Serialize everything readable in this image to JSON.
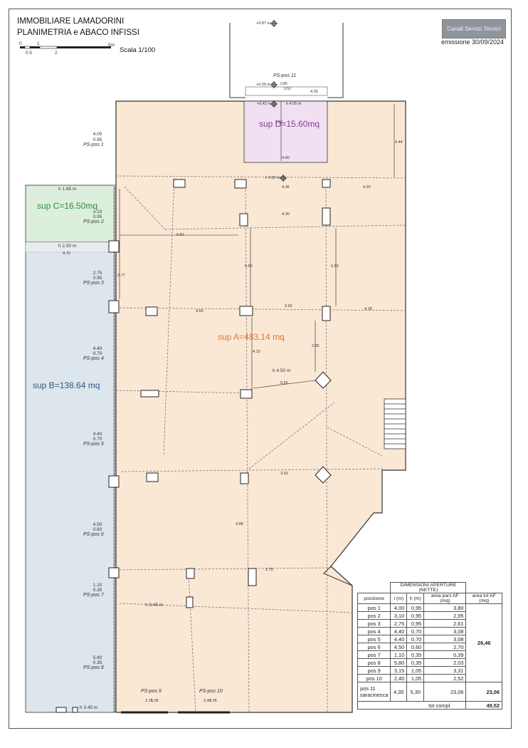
{
  "header": {
    "company": "IMMOBILIARE LAMADORINI",
    "subtitle": "PLANIMETRIA e ABACO INFISSI",
    "scale": "Scala 1/100",
    "scalebar": [
      "0",
      "1",
      "5m",
      "0.5",
      "2"
    ],
    "logo": "Canali Servizi Tecnici",
    "emission": "emissione 30/09/2024"
  },
  "surfaces": {
    "A": "sup A=483.14 mq",
    "B": "sup B=138.64 mq",
    "C": "sup C=16.50mq",
    "D": "sup D=15.60mq"
  },
  "colors": {
    "A": "#fbe8d4",
    "B": "#dde5ed",
    "C": "#dcefdc",
    "D": "#f0e0f2",
    "A_text": "#d8763a",
    "B_text": "#2c5a80",
    "C_text": "#2e8b3e",
    "D_text": "#8a3d93"
  },
  "positions": [
    {
      "l": "4.00",
      "h": "0.95",
      "name": "PS-pos 1"
    },
    {
      "l": "3.10",
      "h": "0.95",
      "name": "PS-pos 2"
    },
    {
      "l": "2.75",
      "h": "0.95",
      "name": "PS-pos 3"
    },
    {
      "l": "4.40",
      "h": "0.70",
      "name": "PS-pos 4"
    },
    {
      "l": "4.40",
      "h": "0.70",
      "name": "PS-pos 5"
    },
    {
      "l": "4.50",
      "h": "0.60",
      "name": "PS-pos 6"
    },
    {
      "l": "1.10",
      "h": "0.35",
      "name": "PS-pos 7"
    },
    {
      "l": "5.80",
      "h": "0.35",
      "name": "PS-pos 8"
    }
  ],
  "bottom_positions": [
    {
      "name": "PS-pos 9",
      "l": "3.15",
      "h": "1.05"
    },
    {
      "name": "PS-pos 10",
      "l": "2.40",
      "h": "1.05"
    }
  ],
  "pos11": "PS-pos 11",
  "heights": {
    "c": "h 1.65 m",
    "b": "h 2.50 m",
    "a1": "h 4.50 m",
    "a2": "h 3.45 m",
    "a3": "h 3.45 m",
    "d": "h 4.05 m"
  },
  "elevations": [
    "+0.87 m",
    "+0.39 m",
    "+0.42 m",
    "+ 0.00 m"
  ],
  "dims": {
    "d1": "4.35",
    "d2": "4.60",
    "d3": "4.44",
    "d4": "4.36",
    "d5": "4.20",
    "d6": "4.30",
    "d7": "6.81",
    "d8": "4.70",
    "d9": "6.50",
    "d10": "6.53",
    "d11": "4.60",
    "d12": "3.92",
    "d13": "4.18",
    "d14": "4.13",
    "d15": "2.85",
    "d16": "5.55",
    "d17": "3.60",
    "d18": "4.88",
    "d19": "3.75",
    "d20": "2.77",
    "d21": "3.60",
    "d22": "0.85",
    "d23": "0.50"
  },
  "abaco": {
    "title": "DIMENSIONI APERTURE (NETTE)",
    "headers": [
      "posizione",
      "l (m)",
      "h (m)",
      "area parz AF (mq)",
      "area tot AF (mq)"
    ],
    "rows": [
      [
        "pos 1",
        "4,00",
        "0,95",
        "3,80"
      ],
      [
        "pos 2",
        "3,10",
        "0,95",
        "2,95"
      ],
      [
        "pos 3",
        "2,75",
        "0,95",
        "2,61"
      ],
      [
        "pos 4",
        "4,40",
        "0,70",
        "3,08"
      ],
      [
        "pos 5",
        "4,40",
        "0,70",
        "3,08"
      ],
      [
        "pos 6",
        "4,50",
        "0,60",
        "2,70"
      ],
      [
        "pos 7",
        "1,10",
        "0,35",
        "0,39"
      ],
      [
        "pos 8",
        "5,80",
        "0,35",
        "2,03"
      ],
      [
        "pos 9",
        "3,15",
        "1,05",
        "3,31"
      ],
      [
        "pos 10",
        "2,40",
        "1,05",
        "2,52"
      ]
    ],
    "group1_total": "26,46",
    "pos11": [
      "pos 11",
      "saracinesca",
      "4,35",
      "5,30",
      "23,06"
    ],
    "group2_total": "23,06",
    "total_label": "tot compl",
    "total": "49,52"
  }
}
